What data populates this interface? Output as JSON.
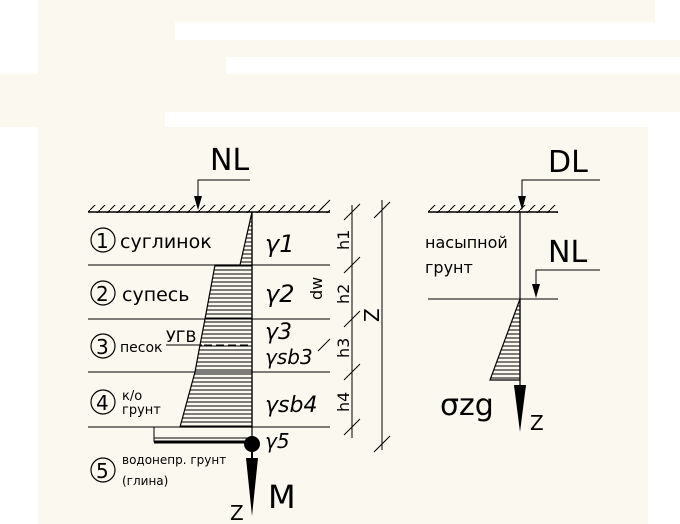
{
  "left_profile": {
    "level_label": "NL",
    "layers": [
      {
        "number": "1",
        "name": "суглинок",
        "gamma": "γ1",
        "h": "h1"
      },
      {
        "number": "2",
        "name": "супесь",
        "gamma": "γ2",
        "h": "h2",
        "dw": "dw"
      },
      {
        "number": "3",
        "name": "песок",
        "ugv": "УГВ",
        "gamma": "γ3",
        "gamma_sb": "γsb3",
        "h": "h3"
      },
      {
        "number": "4",
        "name_line1": "к/о",
        "name_line2": "грунт",
        "gamma_sb": "γsb4",
        "h": "h4"
      },
      {
        "number": "5",
        "name_line1": "водонепр. грунт",
        "name_line2": "(глина)",
        "gamma": "γ5"
      }
    ],
    "z_label": "Z",
    "depth_label": "Z",
    "moment_label": "M"
  },
  "right_profile": {
    "dl_label": "DL",
    "nl_label": "NL",
    "fill_line1": "насыпной",
    "fill_line2": "грунт",
    "stress_label": "σzg",
    "z_label": "Z"
  }
}
